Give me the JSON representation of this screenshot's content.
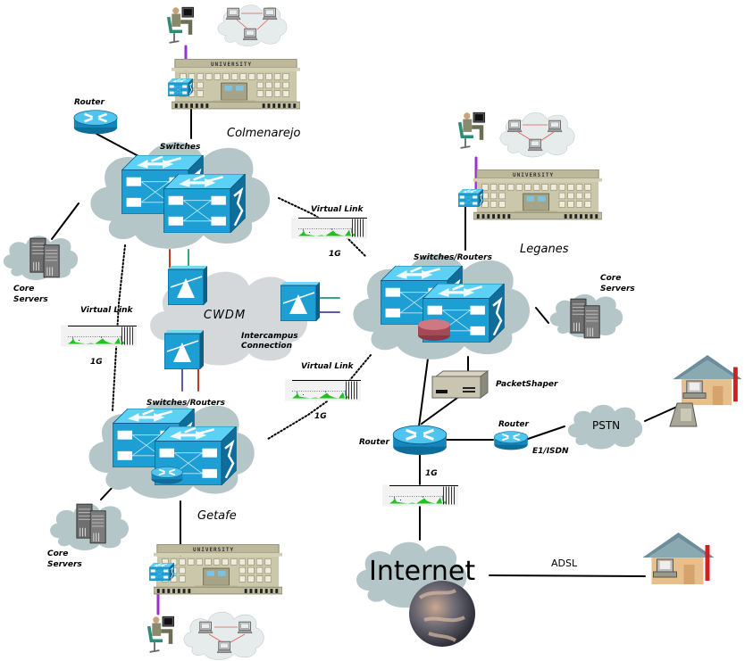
{
  "diagram": {
    "sites": {
      "colmenarejo": {
        "name": "Colmenarejo",
        "core_label": "Switches",
        "router_label": "Router",
        "servers_label_1": "Core",
        "servers_label_2": "Servers",
        "building_sign": "UNIVERSITY"
      },
      "leganes": {
        "name": "Leganes",
        "core_label": "Switches/Routers",
        "servers_label_1": "Core",
        "servers_label_2": "Servers",
        "building_sign": "UNIVERSITY"
      },
      "getafe": {
        "name": "Getafe",
        "core_label": "Switches/Routers",
        "servers_label_1": "Core",
        "servers_label_2": "Servers",
        "building_sign": "UNIVERSITY"
      }
    },
    "cwdm": {
      "label": "CWDM",
      "connection_label_1": "Intercampus",
      "connection_label_2": "Connection"
    },
    "virtual_links": [
      {
        "label": "Virtual Link",
        "speed": "1G"
      },
      {
        "label": "Virtual Link",
        "speed": "1G"
      },
      {
        "label": "Virtual Link",
        "speed": "1G"
      }
    ],
    "wan": {
      "packetshaper_label": "PacketShaper",
      "main_router_label": "Router",
      "edge_router_label": "Router",
      "edge_link_label": "E1/ISDN",
      "pstn_label": "PSTN",
      "internet_speed": "1G",
      "internet_label": "Internet",
      "adsl_label": "ADSL"
    },
    "colors": {
      "cloud": "#b4c6c8",
      "cloud_light": "#d4d8da",
      "device_blue": "#1a9bd0",
      "device_dark": "#0e6f9a",
      "fiber_red": "#c0392b",
      "fiber_green": "#3aa57a",
      "fiber_purple": "#5a5aa8",
      "user_link": "#9b30d0",
      "building": "#c8c4a8"
    }
  }
}
